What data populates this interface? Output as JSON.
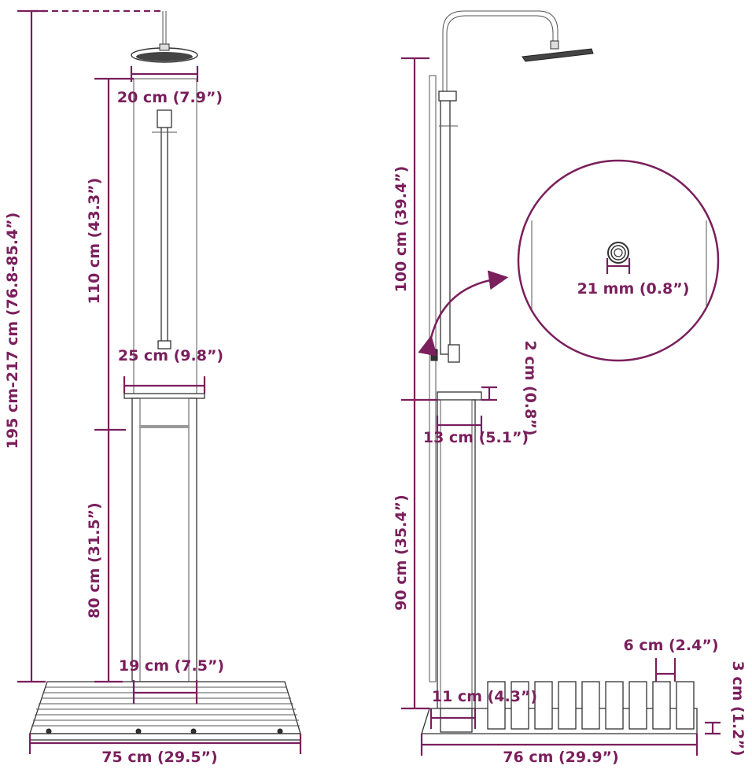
{
  "labels": {
    "total_height": "195 cm-217 cm (76.8-85.4”)",
    "head_diameter": "20 cm (7.9”)",
    "upper_height": "110 cm (43.3”)",
    "shelf_width": "25 cm (9.8”)",
    "lower_height": "80 cm (31.5”)",
    "column_width": "19 cm (7.5”)",
    "base_width_front": "75 cm (29.5”)",
    "side_upper_height": "100 cm (39.4”)",
    "hose_diameter": "21 mm (0.8”)",
    "shelf_thickness": "2 cm (0.8”)",
    "shelf_depth": "13 cm (5.1”)",
    "side_lower_height": "90 cm (35.4”)",
    "slat_width": "6 cm (2.4”)",
    "post_depth": "11 cm (4.3”)",
    "base_thickness": "3 cm (1.2”)",
    "base_width_side": "76 cm (29.9”)"
  },
  "colors": {
    "dimension": "#7a1f5c",
    "product_outline": "#333333"
  }
}
